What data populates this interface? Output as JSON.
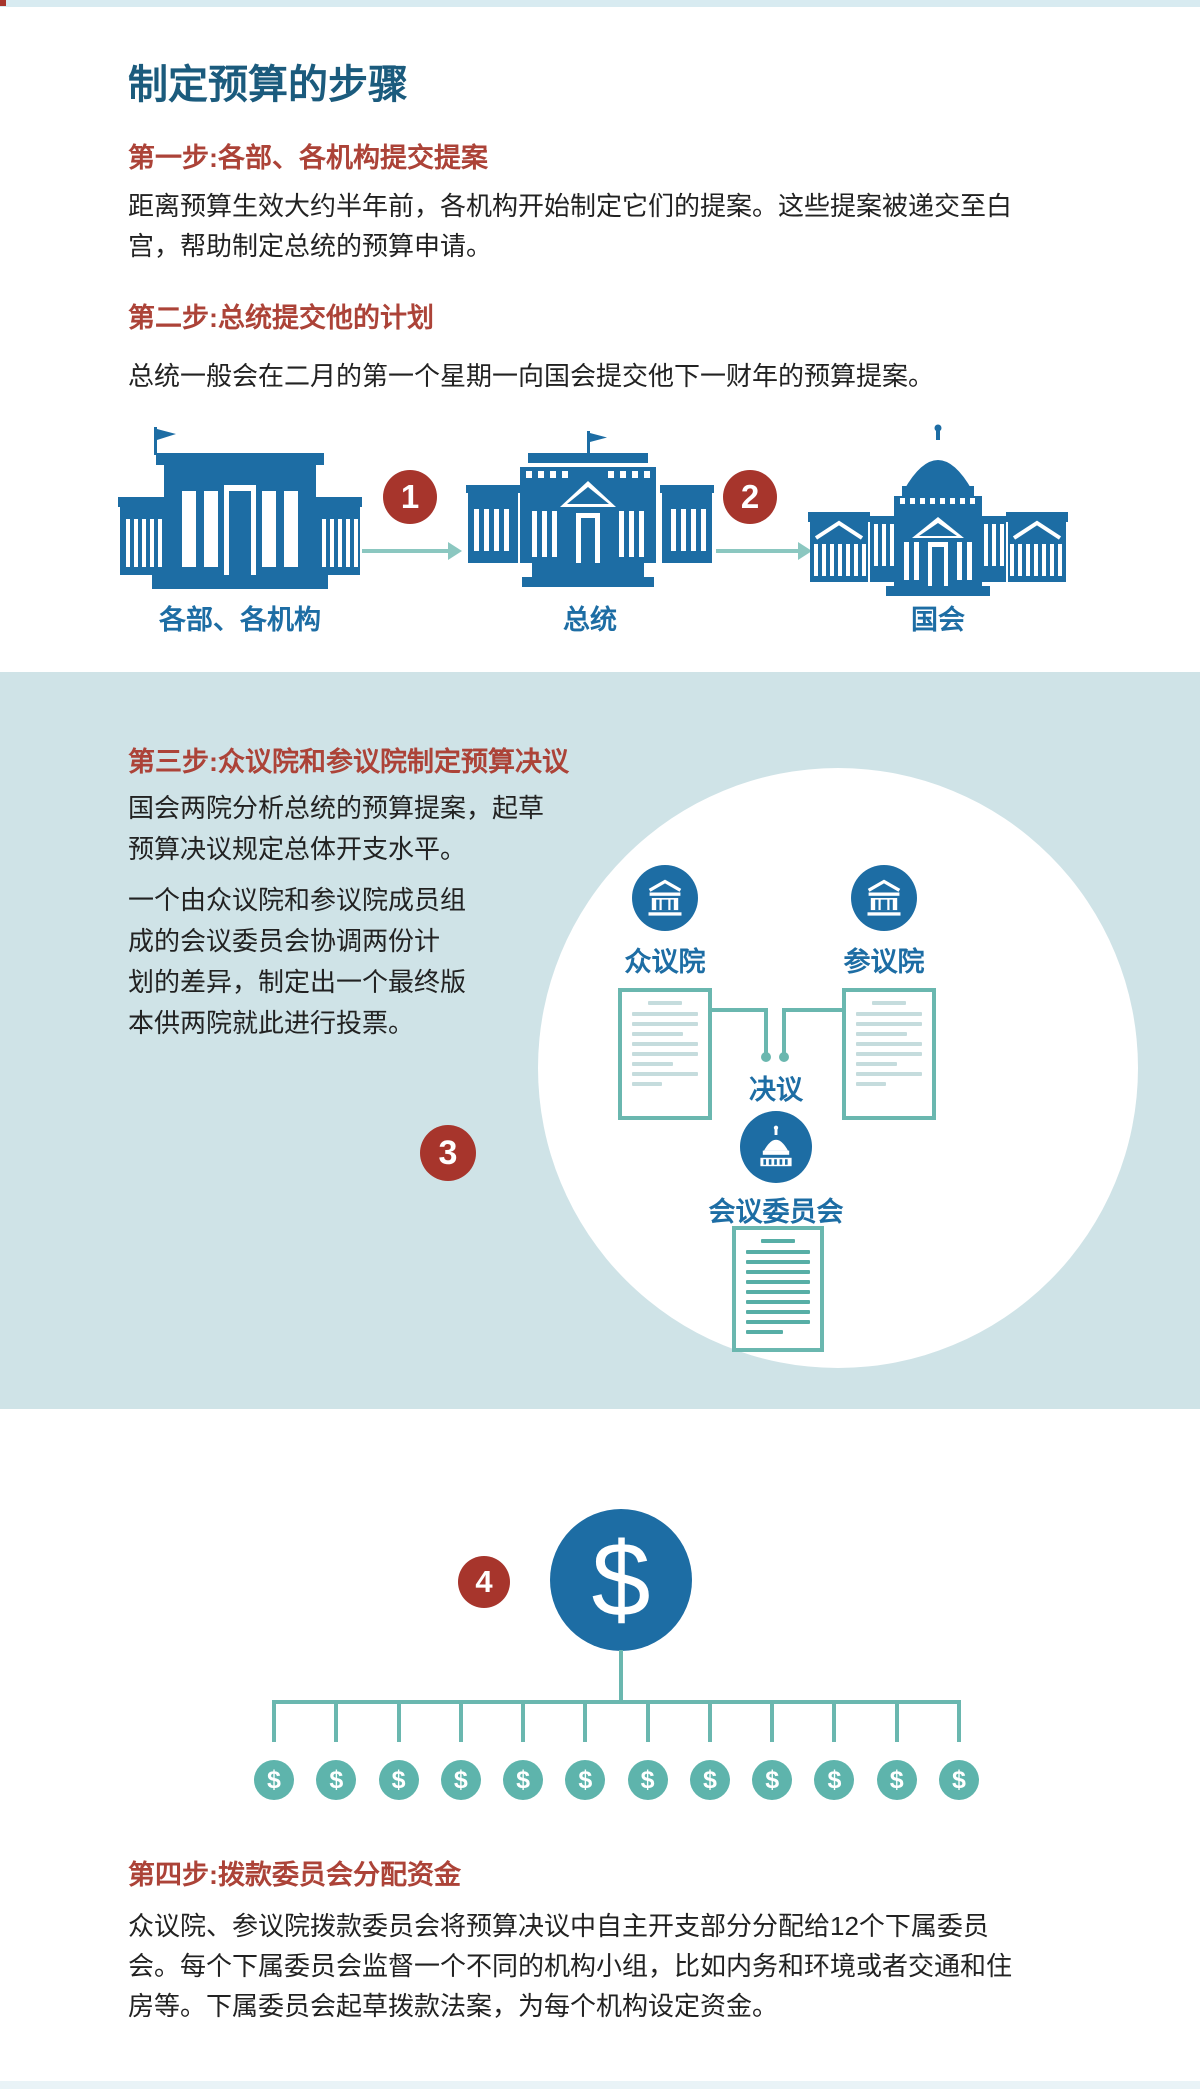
{
  "title": "制定预算的步骤",
  "colors": {
    "title_blue": "#1b5b7d",
    "icon_blue": "#1d6da4",
    "heading_red": "#ac4338",
    "badge_red": "#a7352c",
    "body_text": "#222222",
    "band_blue": "#cfe3e7",
    "top_strip": "#d8ebf1",
    "bottom_strip": "#e9f3f7",
    "teal": "#5eb4ac",
    "teal_light": "#8bc7c0",
    "teal_border": "#6ab7af",
    "doc_line_light": "#c5dcdd",
    "doc_line_dark": "#57aea6"
  },
  "steps": {
    "step1": {
      "heading": "第一步:各部、各机构提交提案",
      "body": [
        "距离预算生效大约半年前，各机构开始制定它们的提案。这些提案被递交至白",
        "宫，帮助制定总统的预算申请。"
      ]
    },
    "step2": {
      "heading": "第二步:总统提交他的计划",
      "body": [
        "总统一般会在二月的第一个星期一向国会提交他下一财年的预算提案。"
      ]
    },
    "step3": {
      "heading": "第三步:众议院和参议院制定预算决议",
      "paragraph1": [
        "国会两院分析总统的预算提案，起草",
        "预算决议规定总体开支水平。"
      ],
      "paragraph2": [
        "一个由众议院和参议院成员组",
        "成的会议委员会协调两份计",
        "划的差异，制定出一个最终版",
        "本供两院就此进行投票。"
      ]
    },
    "step4": {
      "heading": "第四步:拨款委员会分配资金",
      "body": [
        "众议院、参议院拨款委员会将预算决议中自主开支部分分配给12个下属委员",
        "会。每个下属委员会监督一个不同的机构小组，比如内务和环境或者交通和住",
        "房等。下属委员会起草拨款法案，为每个机构设定资金。"
      ]
    }
  },
  "flow_diagram": {
    "badge1": "1",
    "badge2": "2",
    "nodes": [
      {
        "label": "各部、各机构",
        "icon": "government-building-icon"
      },
      {
        "label": "总统",
        "icon": "white-house-icon"
      },
      {
        "label": "国会",
        "icon": "capitol-building-icon"
      }
    ]
  },
  "resolution_diagram": {
    "badge3": "3",
    "house_label": "众议院",
    "senate_label": "参议院",
    "resolution_label": "决议",
    "committee_label": "会议委员会",
    "house_icon": "classical-building-icon",
    "senate_icon": "classical-building-icon",
    "committee_icon": "capitol-dome-icon",
    "document_icon": "document-icon"
  },
  "funding_diagram": {
    "badge4": "4",
    "dollar_sign": "$",
    "dollar_icon": "dollar-sign-icon",
    "subcommittee_count": 12
  }
}
